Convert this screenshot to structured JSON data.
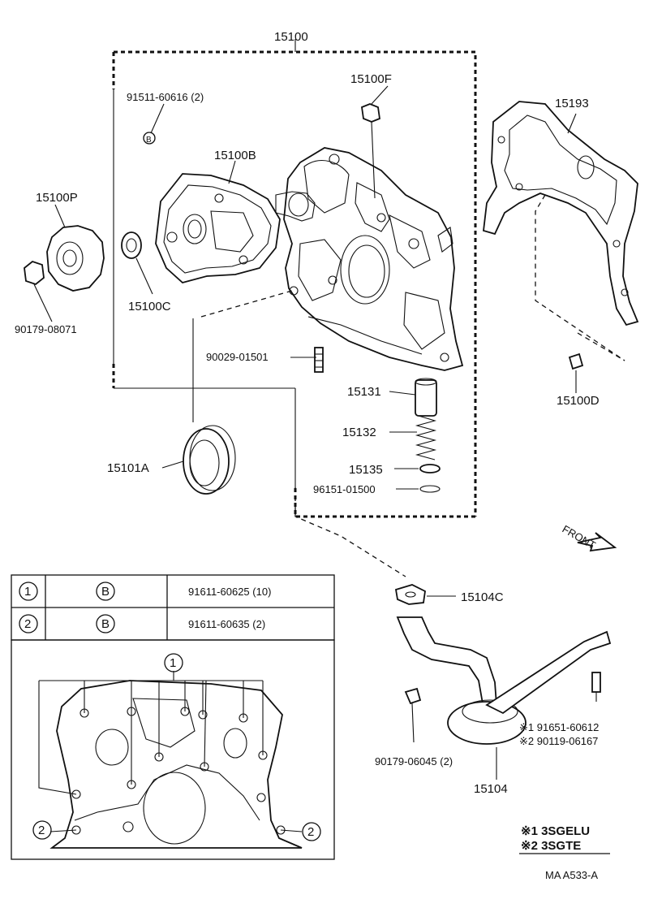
{
  "parts": {
    "p15100": "15100",
    "p15100F": "15100F",
    "p91511": "91511-60616 (2)",
    "p15193": "15193",
    "p15100B": "15100B",
    "p15100P": "15100P",
    "p15100C": "15100C",
    "p90179_08071": "90179-08071",
    "p90029": "90029-01501",
    "p15131": "15131",
    "p15132": "15132",
    "p15135": "15135",
    "p96151": "96151-01500",
    "p15101A": "15101A",
    "p15100D": "15100D",
    "p15104C": "15104C",
    "p15104": "15104",
    "p90179_06045": "90179-06045 (2)",
    "p91651": "※1 91651-60612",
    "p90119": "※2 90119-06167",
    "front": "FRONT"
  },
  "bolt_table": {
    "rows": [
      {
        "index": "1",
        "symbol": "B",
        "part": "91611-60625 (10)"
      },
      {
        "index": "2",
        "symbol": "B",
        "part": "91611-60635 (2)"
      }
    ]
  },
  "symbol_b": "B",
  "legend": {
    "note1": "※1 3SGELU",
    "note2": "※2 3SGTE"
  },
  "bottom_callouts": {
    "one": "1",
    "two_left": "2",
    "two_right": "2"
  },
  "diagram_code": "MA  A533-A"
}
